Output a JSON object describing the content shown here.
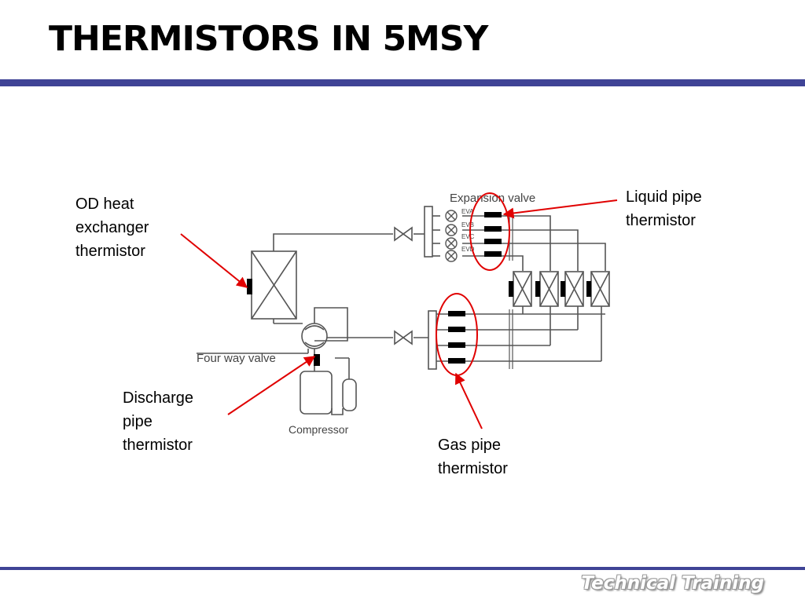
{
  "slide": {
    "title": "THERMISTORS IN 5MSY",
    "footer": "Technical Training"
  },
  "diagram": {
    "labels": {
      "expansion_valve": "Expansion valve",
      "four_way_valve": "Four way valve",
      "compressor": "Compressor",
      "ev_a": "EVA",
      "ev_b": "EVB",
      "ev_c": "EVC",
      "ev_d": "EVD"
    },
    "callouts": {
      "od_heat_exchanger": [
        "OD heat",
        "exchanger",
        "thermistor"
      ],
      "liquid_pipe": [
        "Liquid pipe",
        "thermistor"
      ],
      "discharge_pipe": [
        "Discharge",
        "pipe",
        "thermistor"
      ],
      "gas_pipe": [
        "Gas pipe",
        "thermistor"
      ]
    },
    "colors": {
      "accent_rule": "#3f4396",
      "callout_arrow": "#e00000",
      "pipe": "#555555"
    }
  }
}
